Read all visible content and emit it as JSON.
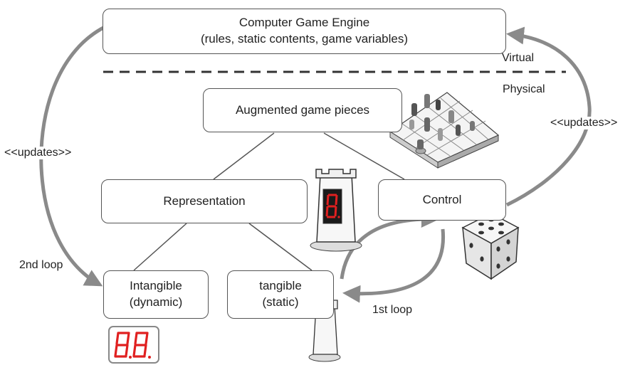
{
  "diagram": {
    "engine": {
      "title": "Computer Game Engine",
      "subtitle": "(rules, static contents, game variables)"
    },
    "layers": {
      "virtual": "Virtual",
      "physical": "Physical"
    },
    "nodes": {
      "augmented": "Augmented game pieces",
      "representation": "Representation",
      "control": "Control",
      "intangible_line1": "Intangible",
      "intangible_line2": "(dynamic)",
      "tangible_line1": "tangible",
      "tangible_line2": "(static)"
    },
    "edges": {
      "updates_left": "<<updates>>",
      "updates_right": "<<updates>>",
      "loop2": "2nd loop",
      "loop1": "1st loop"
    },
    "accent_color": "#cc2222",
    "illustrations": [
      "chess-board-icon",
      "chess-rook-icon",
      "dice-icon",
      "seven-segment-display-icon"
    ]
  }
}
